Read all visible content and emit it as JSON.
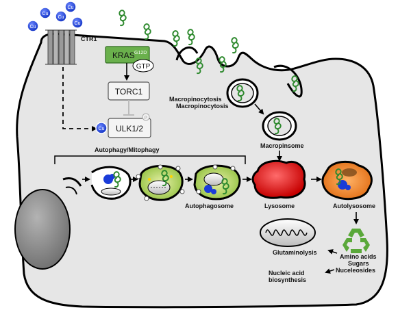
{
  "labels": {
    "ctr1": "CTR1",
    "kras_main": "KRAS",
    "kras_sup": "G12D",
    "gtp": "GTP",
    "torc1": "TORC1",
    "ulk": "ULK1/2",
    "cu": "Cu",
    "p": "P",
    "macropinocytosis_1": "Macropinocytosis",
    "macropinocytosis_2": "Macropinocytosis",
    "macropinosome": "Macropinsome",
    "autophagy": "Autophagy/Mitophagy",
    "autophagosome": "Autophagosome",
    "lysosome": "Lysosome",
    "autolysosome": "Autolysosome",
    "glutaminolysis": "Glutaminolysis",
    "amino_acids": "Amino acids",
    "sugars": "Sugars",
    "nucleosides": "Nuceleosides",
    "nucleic_acid_1": "Nucleic acid",
    "nucleic_acid_2": "biosynthesis"
  },
  "icons": [
    "copper-ion-icon",
    "recycle-icon",
    "mitochondrion-icon",
    "nucleus-icon"
  ],
  "colors": {
    "cell_fill": "#e6e6e6",
    "kras_green": "#6ab04c",
    "copper_blue": "#1a3cd9",
    "lysosome_red": "#e01010",
    "autophagosome_green": "#b8d86a",
    "autolysosome_orange": "#f08a24",
    "nucleus_gray": "#8c8c8c",
    "recycle_green": "#5aa83a"
  }
}
